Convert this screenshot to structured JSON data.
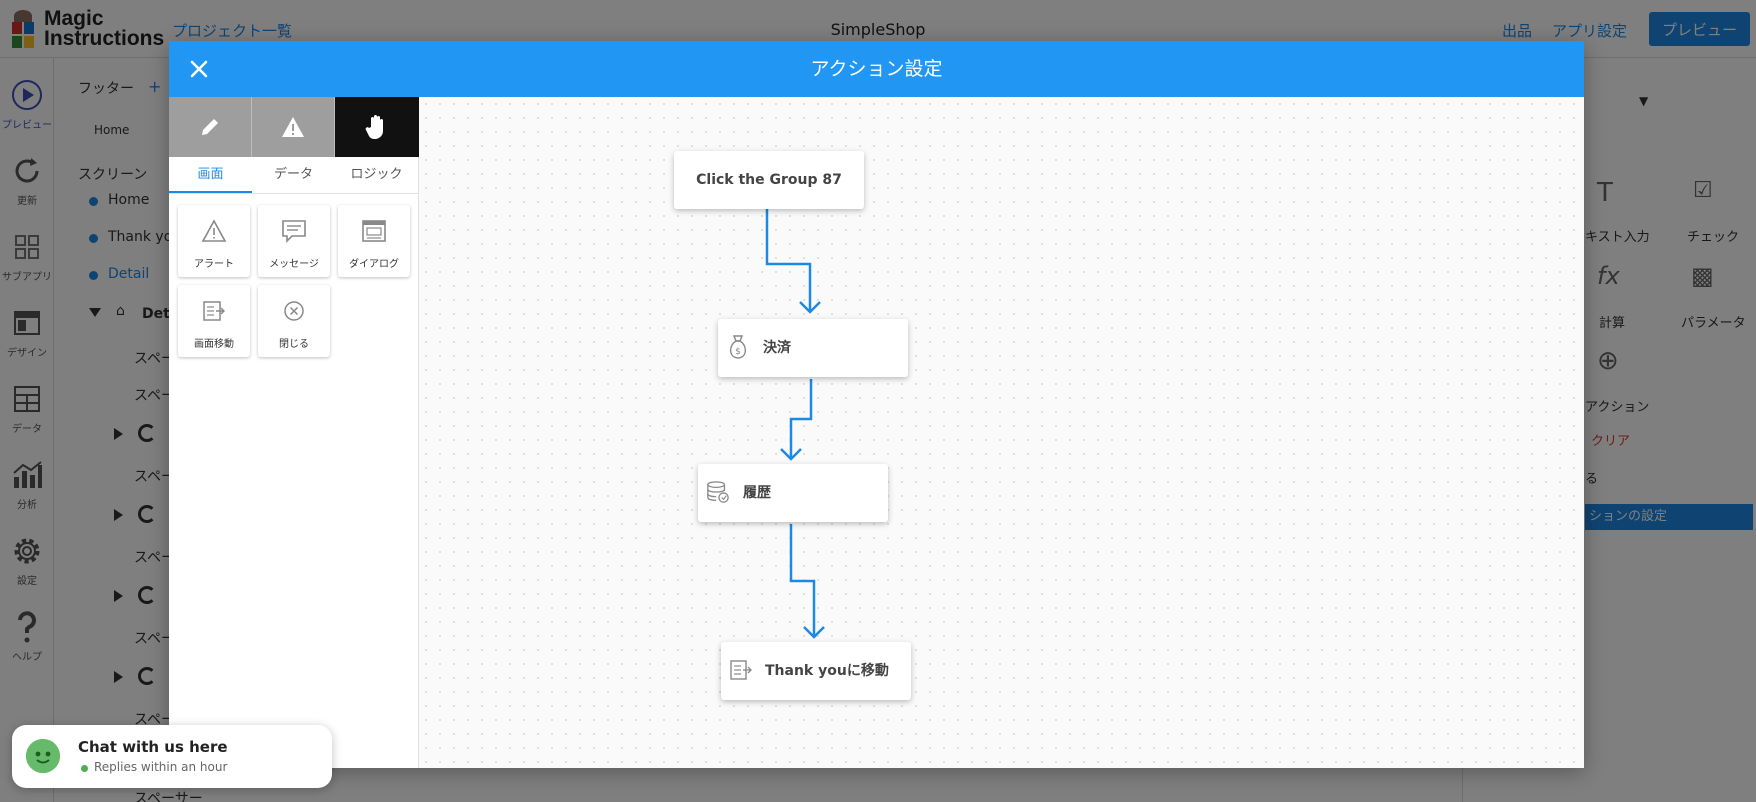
{
  "app": {
    "logo_line1": "Magic",
    "logo_line2": "Instructions",
    "project_list": "プロジェクト一覧",
    "title": "SimpleShop",
    "publish": "出品",
    "app_settings": "アプリ設定",
    "preview": "プレビュー"
  },
  "rail": [
    {
      "label": "プレビュー",
      "icon": "play-icon"
    },
    {
      "label": "更新",
      "icon": "refresh-icon"
    },
    {
      "label": "サブアプリ",
      "icon": "grid-icon"
    },
    {
      "label": "デザイン",
      "icon": "design-icon"
    },
    {
      "label": "データ",
      "icon": "table-icon"
    },
    {
      "label": "分析",
      "icon": "bar-chart-icon"
    },
    {
      "label": "設定",
      "icon": "gear-icon"
    },
    {
      "label": "ヘルプ",
      "icon": "question-icon"
    }
  ],
  "left_panel": {
    "footer": "フッター",
    "plus": "+",
    "home_tab": "Home",
    "screens": "スクリーン",
    "screen_home": "Home",
    "screen_thanks": "Thank you",
    "screen_detail": "Detail",
    "tree_detail": "Deta",
    "spacer": "スペー",
    "spacer_full": "スペーサー"
  },
  "right_panel": {
    "text_input": "キスト入力",
    "check": "チェック",
    "calc": "計算",
    "param": "パラメータ",
    "action": "アクション",
    "clear": "クリア",
    "ru": "る",
    "action_settings": "ションの設定"
  },
  "modal": {
    "title": "アクション設定",
    "tabs": [
      {
        "icon": "pencil-icon"
      },
      {
        "icon": "warning-icon"
      },
      {
        "icon": "hand-icon",
        "active": true
      }
    ],
    "subtabs": [
      "画面",
      "データ",
      "ロジック"
    ],
    "palette_items": [
      {
        "label": "アラート",
        "icon": "alert-icon"
      },
      {
        "label": "メッセージ",
        "icon": "message-icon"
      },
      {
        "label": "ダイアログ",
        "icon": "dialog-icon"
      },
      {
        "label": "画面移動",
        "icon": "screen-move-icon"
      },
      {
        "label": "閉じる",
        "icon": "close-circle-icon"
      }
    ],
    "flow": [
      {
        "label": "Click the Group 87",
        "icon": ""
      },
      {
        "label": "決済",
        "icon": "money-bag-icon"
      },
      {
        "label": "履歴",
        "icon": "database-icon"
      },
      {
        "label": "Thank youに移動",
        "icon": "screen-move-icon"
      }
    ],
    "connector_color": "#1e88e5",
    "header_color": "#2196f3"
  },
  "chat": {
    "title": "Chat with us here",
    "subtitle": "Replies within an hour"
  }
}
